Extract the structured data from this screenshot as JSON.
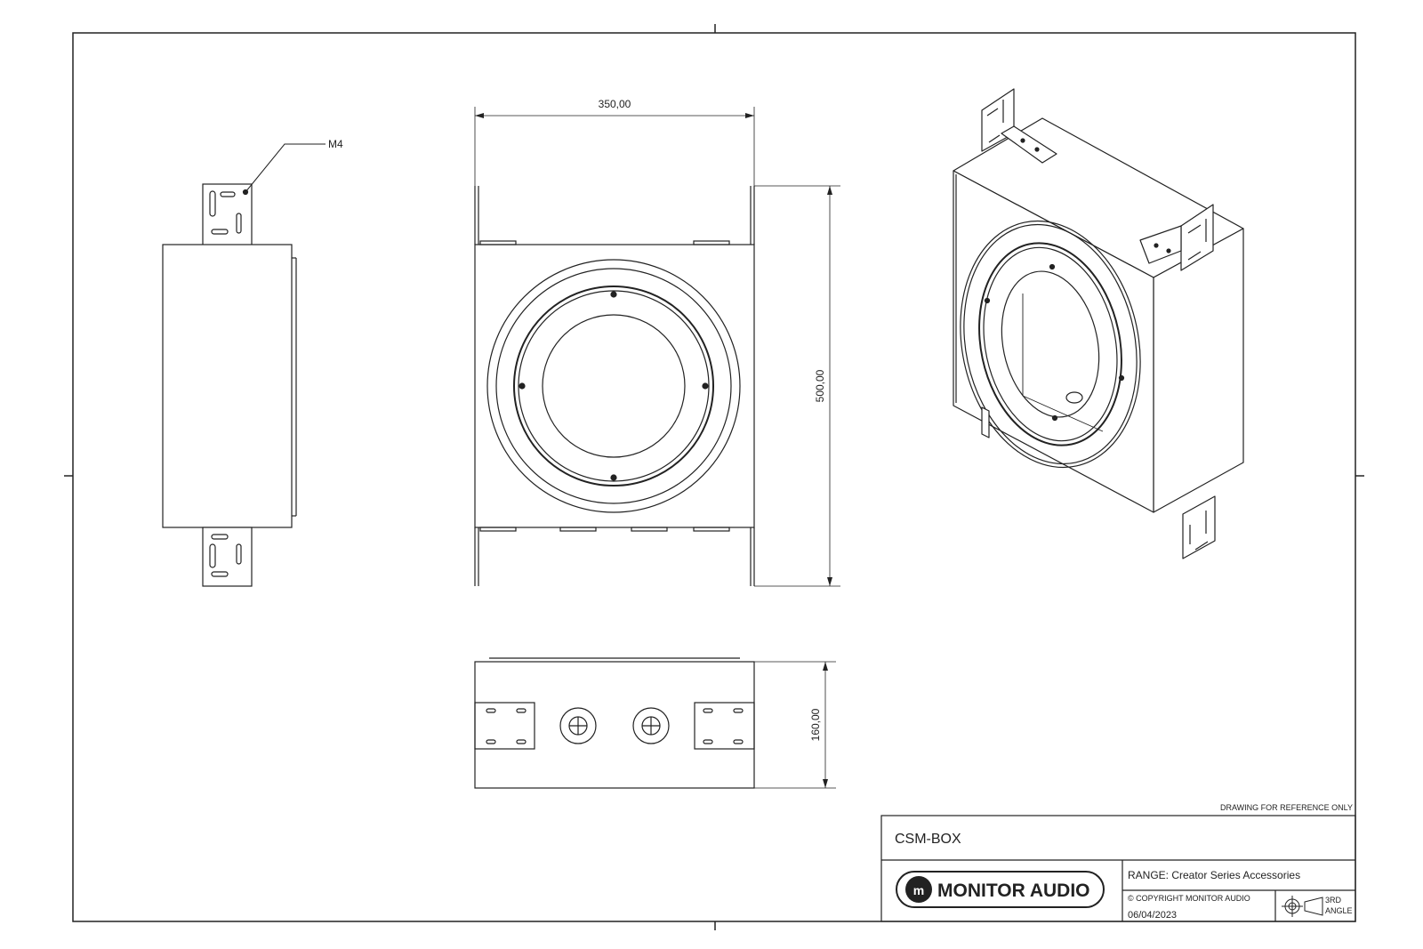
{
  "drawing": {
    "dimensions": {
      "front_width": "350,00",
      "front_height": "500,00",
      "bottom_depth": "160,00"
    },
    "callouts": {
      "thread": "M4"
    }
  },
  "title_block": {
    "reference_note": "DRAWING FOR REFERENCE ONLY",
    "part_number": "CSM-BOX",
    "range": "RANGE: Creator Series Accessories",
    "copyright": "© COPYRIGHT MONITOR AUDIO",
    "date": "06/04/2023",
    "projection_line1": "3RD",
    "projection_line2": "ANGLE",
    "logo_text": "MONITOR AUDIO"
  },
  "colors": {
    "line": "#222222",
    "background": "#ffffff"
  }
}
